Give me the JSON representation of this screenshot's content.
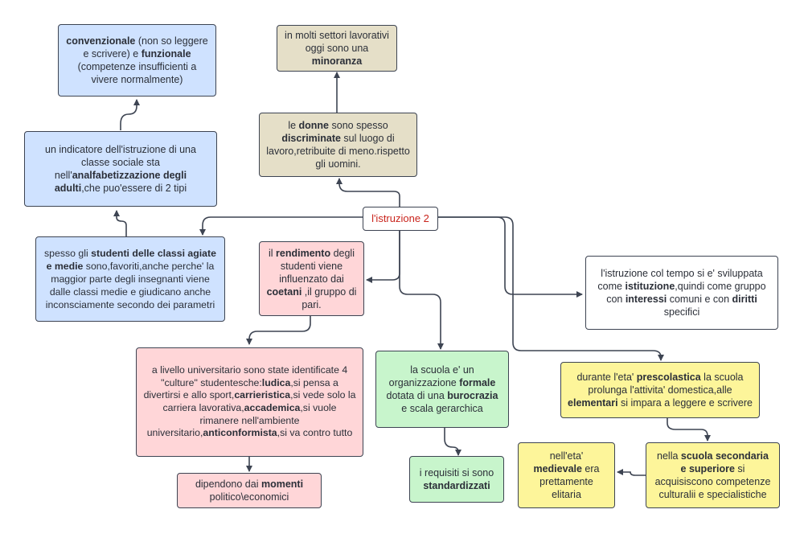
{
  "center": {
    "label": "l'istruzione 2"
  },
  "nodes": {
    "convenzionale": [
      {
        "t": "convenzionale",
        "b": true
      },
      {
        "t": " (non so leggere e scrivere) e ",
        "b": false
      },
      {
        "t": "funzionale",
        "b": true
      },
      {
        "t": " (competenze insufficienti a vivere normalmente)",
        "b": false
      }
    ],
    "indicatore": [
      {
        "t": "un indicatore dell'istruzione di una classe sociale sta nell'",
        "b": false
      },
      {
        "t": "analfabetizzazione degli adulti",
        "b": true
      },
      {
        "t": ",che puo'essere di 2 tipi",
        "b": false
      }
    ],
    "studenti": [
      {
        "t": "spesso gli  ",
        "b": false
      },
      {
        "t": "studenti delle classi agiate e medie",
        "b": true
      },
      {
        "t": " sono,favoriti,anche perche'   la maggior parte degli insegnanti viene dalle classi medie e giudicano anche  inconsciamente secondo dei parametri",
        "b": false
      }
    ],
    "minoranza": [
      {
        "t": "in molti settori lavorativi oggi sono una ",
        "b": false
      },
      {
        "t": "minoranza",
        "b": true
      }
    ],
    "donne": [
      {
        "t": "le ",
        "b": false
      },
      {
        "t": "donne",
        "b": true
      },
      {
        "t": " sono spesso ",
        "b": false
      },
      {
        "t": "discriminate",
        "b": true
      },
      {
        "t": " sul luogo di lavoro,retribuite di meno.rispetto gli uomini.",
        "b": false
      }
    ],
    "rendimento": [
      {
        "t": "il ",
        "b": false
      },
      {
        "t": "rendimento",
        "b": true
      },
      {
        "t": " degli studenti viene influenzato dai ",
        "b": false
      },
      {
        "t": "coetani",
        "b": true
      },
      {
        "t": " ,il gruppo di pari.",
        "b": false
      }
    ],
    "universitario": [
      {
        "t": "a livello universitario  sono state identificate 4 \"culture\" studentesche:",
        "b": false
      },
      {
        "t": "ludica",
        "b": true
      },
      {
        "t": ",si pensa a divertirsi e allo sport,",
        "b": false
      },
      {
        "t": "carrieristica",
        "b": true
      },
      {
        "t": ",si vede solo la carriera lavorativa,",
        "b": false
      },
      {
        "t": "accademica",
        "b": true
      },
      {
        "t": ",si vuole rimanere nell'ambiente universitario,",
        "b": false
      },
      {
        "t": "anticonformista",
        "b": true
      },
      {
        "t": ",si va contro tutto",
        "b": false
      }
    ],
    "momenti": [
      {
        "t": "dipendono dai  ",
        "b": false
      },
      {
        "t": "momenti",
        "b": true
      },
      {
        "t": " politico\\economici",
        "b": false
      }
    ],
    "scuola": [
      {
        "t": "la scuola e' un organizzazione ",
        "b": false
      },
      {
        "t": "formale",
        "b": true
      },
      {
        "t": " dotata di  una ",
        "b": false
      },
      {
        "t": "burocrazia",
        "b": true
      },
      {
        "t": " e scala gerarchica",
        "b": false
      }
    ],
    "requisiti": [
      {
        "t": "i requisiti si sono ",
        "b": false
      },
      {
        "t": "standardizzati",
        "b": true
      }
    ],
    "istituzione": [
      {
        "t": "l'istruzione col tempo si e' sviluppata come ",
        "b": false
      },
      {
        "t": "istituzione",
        "b": true
      },
      {
        "t": ",quindi come gruppo con ",
        "b": false
      },
      {
        "t": "interessi",
        "b": true
      },
      {
        "t": " comuni e con ",
        "b": false
      },
      {
        "t": "diritti",
        "b": true
      },
      {
        "t": " specifici",
        "b": false
      }
    ],
    "prescolastica": [
      {
        "t": "durante l'eta' ",
        "b": false
      },
      {
        "t": "prescolastica",
        "b": true
      },
      {
        "t": " la scuola prolunga l'attivita' domestica,alle ",
        "b": false
      },
      {
        "t": "elementari",
        "b": true
      },
      {
        "t": " si impara a leggere e scrivere",
        "b": false
      }
    ],
    "secondaria": [
      {
        "t": "nella ",
        "b": false
      },
      {
        "t": "scuola secondaria e superiore",
        "b": true
      },
      {
        "t": " si acquisiscono competenze culturalii e specialistiche",
        "b": false
      }
    ],
    "medievale": [
      {
        "t": "nell'eta' ",
        "b": false
      },
      {
        "t": "medievale",
        "b": true
      },
      {
        "t": " era prettamente elitaria",
        "b": false
      }
    ]
  },
  "colors": {
    "blue": "#cfe2ff",
    "khaki": "#e5dfc8",
    "pink": "#ffd6d8",
    "green": "#c8f5cc",
    "yellow": "#fdf59a",
    "line": "#3d4452",
    "center_text": "#c9241c"
  }
}
